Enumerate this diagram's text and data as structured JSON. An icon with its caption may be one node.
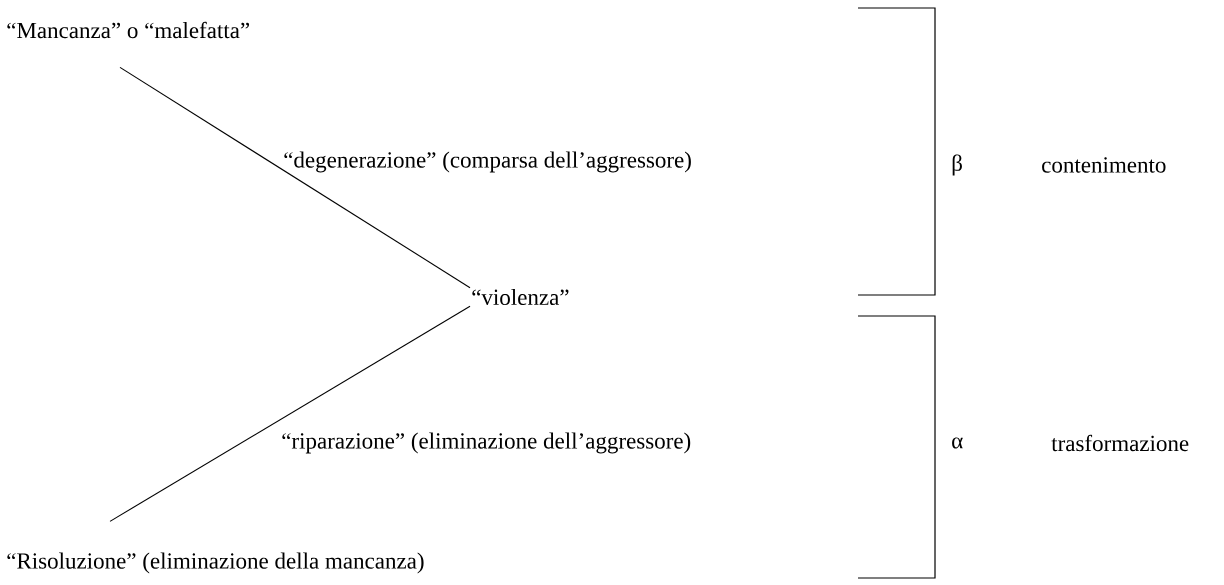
{
  "diagram": {
    "nodes": [
      {
        "text": [
          "“Mancanza” o “malefatta”"
        ]
      },
      {
        "text": [
          "“violenza”"
        ]
      },
      {
        "text": [
          "“Risoluzione” (eliminazione della mancanza)"
        ]
      }
    ],
    "edges": [
      {
        "from": 0,
        "to": 1,
        "arrow": "none"
      },
      {
        "from": 1,
        "to": 2,
        "arrow": "none"
      }
    ],
    "labels": [
      "“degenerazione” (comparsa dell’aggressore)",
      "β",
      "contenimento",
      "“riparazione” (eliminazione dell’aggressore)",
      "α",
      "trasformazione"
    ]
  }
}
